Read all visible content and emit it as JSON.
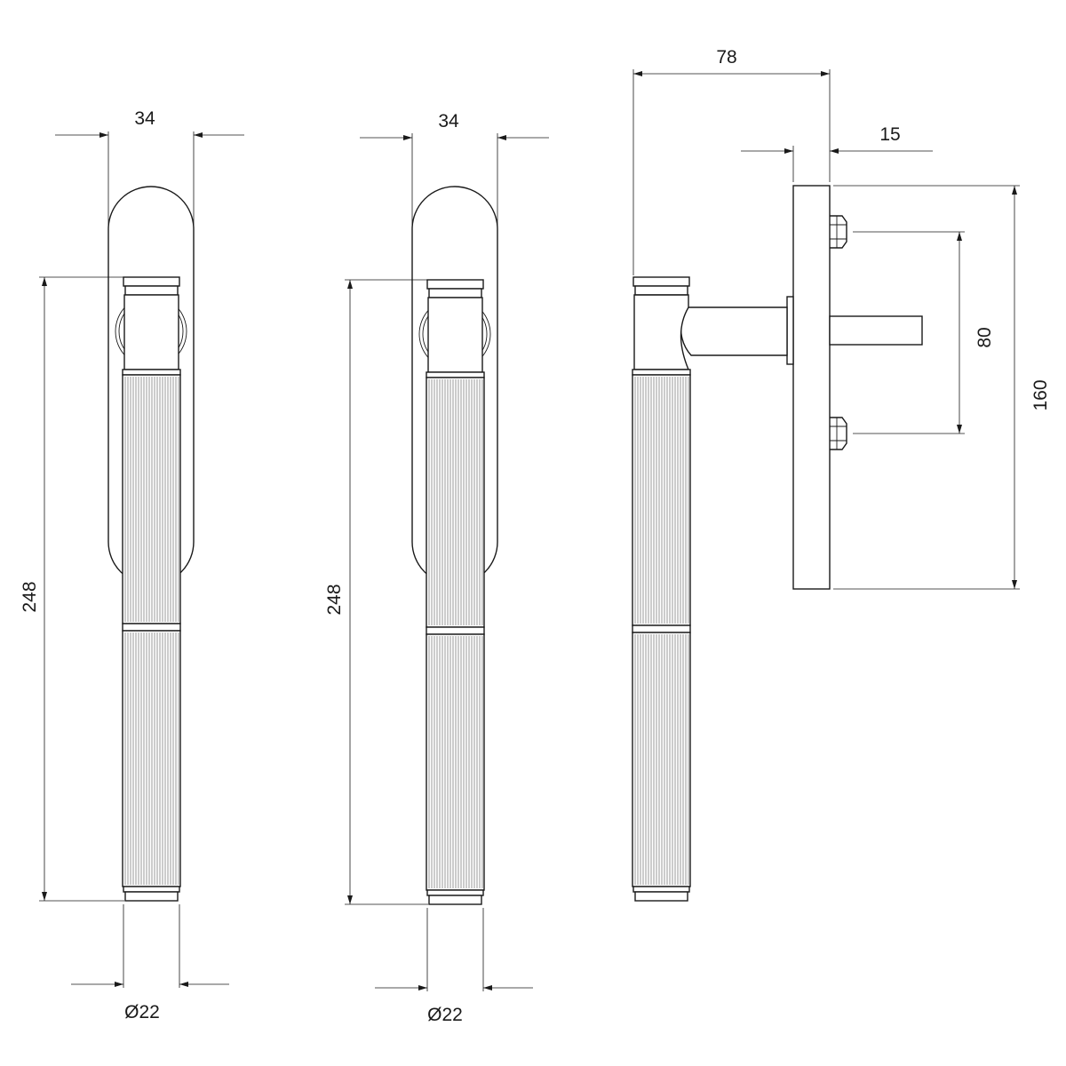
{
  "figure": {
    "label_color": "#1a1a1a",
    "background": "#ffffff"
  },
  "front_view_1": {
    "width_label": "34",
    "height_label": "248",
    "diameter_label": "Ø22"
  },
  "front_view_2": {
    "width_label": "34",
    "height_label": "248",
    "diameter_label": "Ø22"
  },
  "side_view": {
    "depth_label": "78",
    "plate_label": "15",
    "screw_spacing_label": "80",
    "plate_height_label": "160"
  }
}
